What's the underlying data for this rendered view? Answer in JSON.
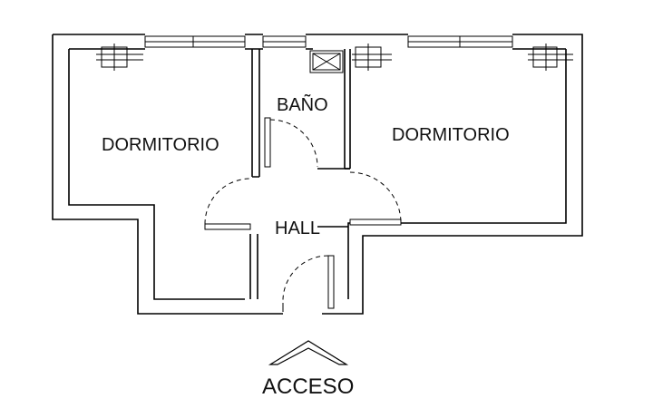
{
  "rooms": {
    "dormitorio_left": "DORMITORIO",
    "bano": "BAÑO",
    "dormitorio_right": "DORMITORIO",
    "hall": "HALL"
  },
  "access": {
    "label": "ACCESO",
    "icon": "chevron-up-icon"
  }
}
